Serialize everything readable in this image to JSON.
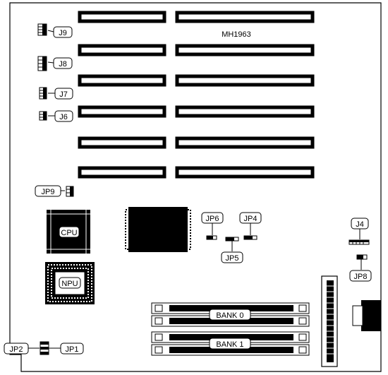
{
  "board": {
    "model": "MH1963",
    "jumpers": {
      "j9": "J9",
      "j8": "J8",
      "j7": "J7",
      "j6": "J6",
      "jp9": "JP9",
      "jp6": "JP6",
      "jp4": "JP4",
      "jp5": "JP5",
      "j4": "J4",
      "jp8": "JP8",
      "jp2": "JP2",
      "jp1": "JP1"
    },
    "chips": {
      "cpu": "CPU",
      "npu": "NPU"
    },
    "memory": {
      "bank0": "BANK 0",
      "bank1": "BANK 1"
    }
  }
}
